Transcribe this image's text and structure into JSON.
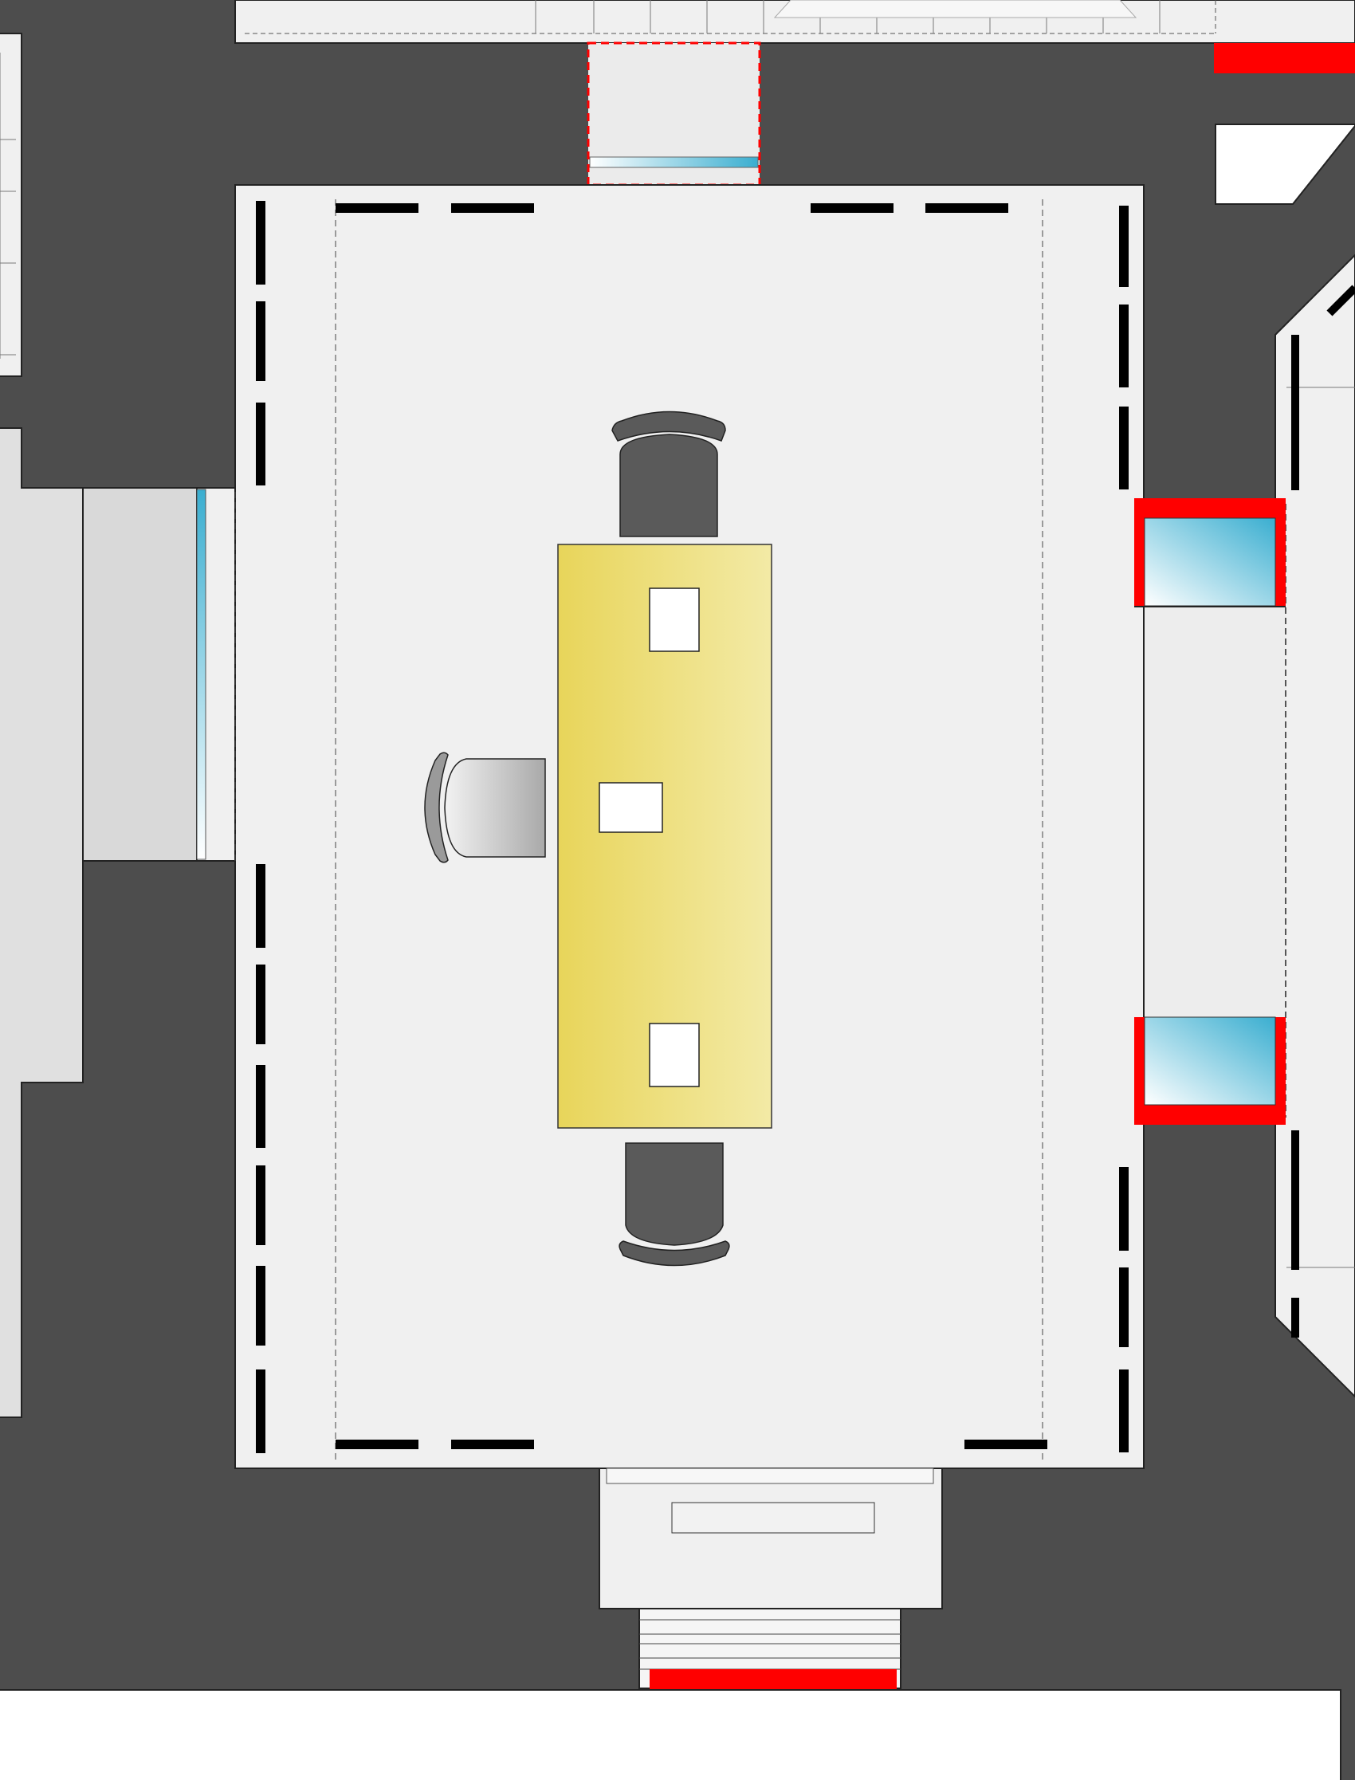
{
  "plan": {
    "title": "",
    "colors": {
      "wall": "#4d4d4d",
      "floor": "#f0f0f0",
      "floor_alt": "#d9d9d9",
      "outline": "#222222",
      "dash_mark": "#000000",
      "desk_dark": "#e8d55a",
      "desk_light": "#f3eaa6",
      "chair_dark": "#5a5a5a",
      "chair_light": "#bdbdbd",
      "window_glass_dark": "#3aaed0",
      "window_glass_light": "#ffffff",
      "door_red": "#ff0000",
      "paper_white": "#ffffff"
    },
    "elements": {
      "main_room": "room-floor",
      "desk": "desk",
      "chairs": [
        "chair-top",
        "chair-bottom",
        "chair-left"
      ],
      "papers": 3,
      "windows": [
        "window-right-top",
        "window-right-bottom",
        "window-left",
        "window-top"
      ],
      "doors": [
        "door-bottom",
        "door-top-right",
        "door-top-dashed"
      ]
    }
  }
}
